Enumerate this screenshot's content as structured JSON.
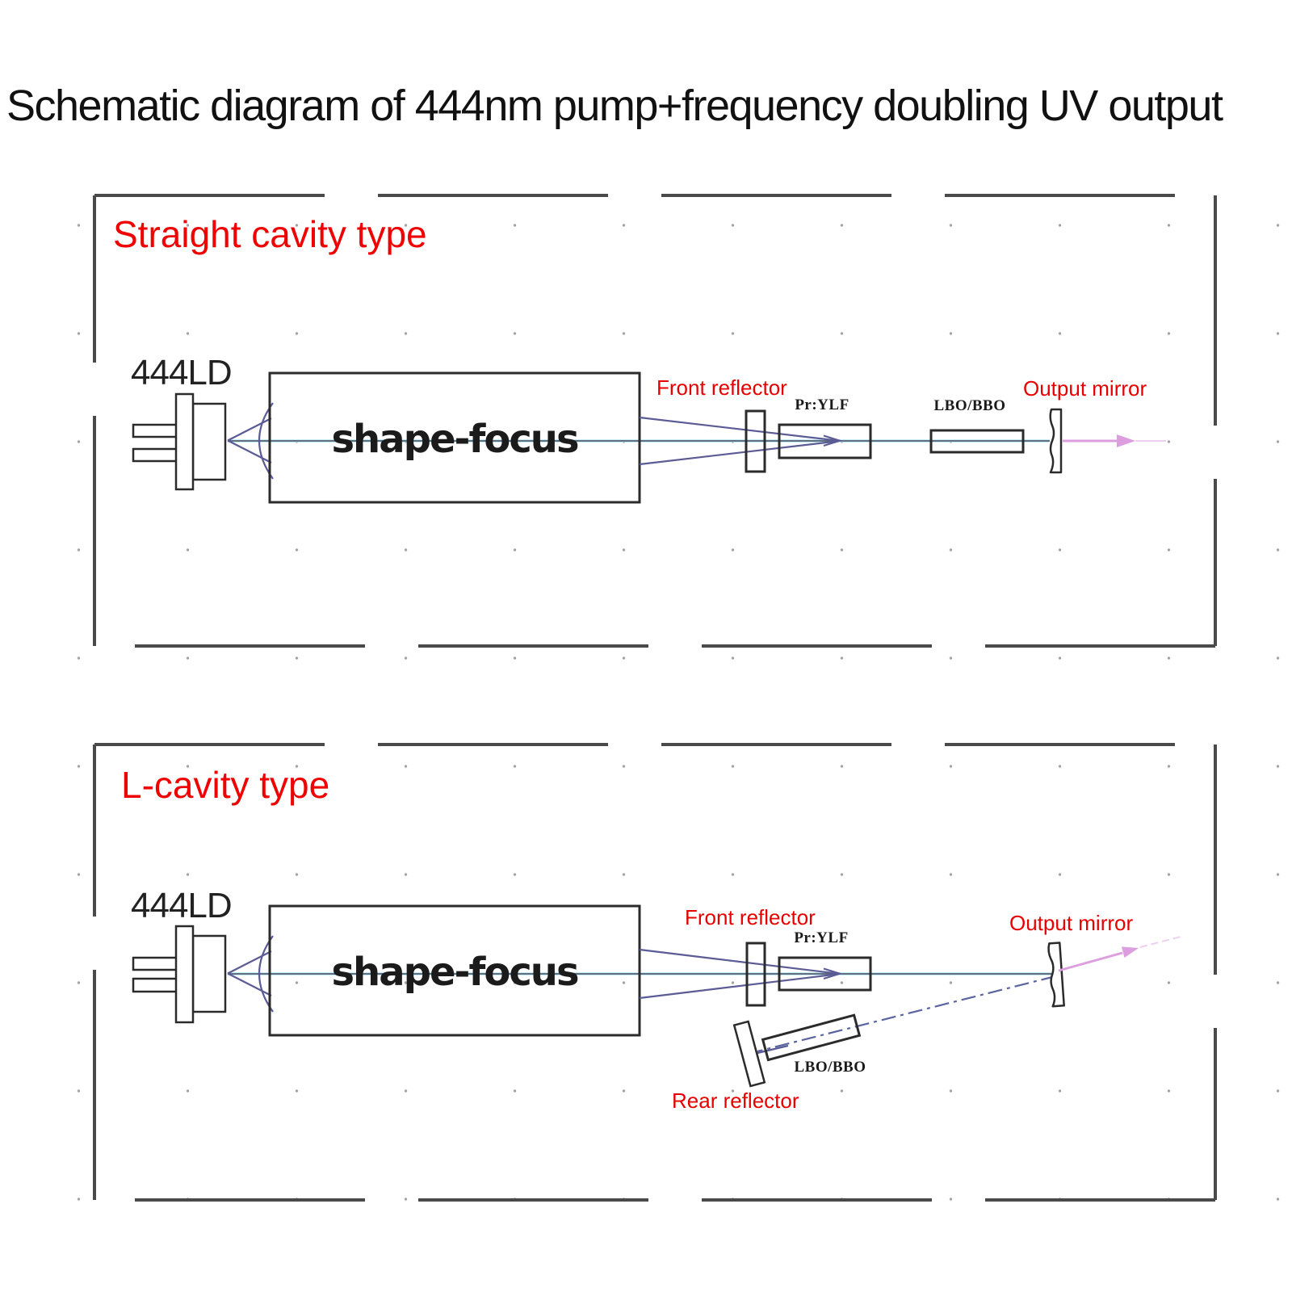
{
  "title": "Schematic diagram of 444nm pump+frequency doubling UV output",
  "panels": [
    {
      "heading": "Straight cavity type",
      "labels": {
        "ld": "444LD",
        "shape_focus": "shape-focus",
        "front_reflector": "Front reflector",
        "gain_crystal": "Pr:YLF",
        "shg_crystal": "LBO/BBO",
        "output_mirror": "Output mirror"
      }
    },
    {
      "heading": "L-cavity type",
      "labels": {
        "ld": "444LD",
        "shape_focus": "shape-focus",
        "front_reflector": "Front reflector",
        "gain_crystal": "Pr:YLF",
        "shg_crystal": "LBO/BBO",
        "output_mirror": "Output mirror",
        "rear_reflector": "Rear reflector"
      }
    }
  ],
  "colors": {
    "heading_red": "#ee0202",
    "label_red": "#e60000",
    "outline": "#2b2b2b",
    "panel_border": "#4a4a4a",
    "pump_beam_purple": "#5b5b96",
    "axis_cyan": "#b5e3ef",
    "axis_dark": "#556070",
    "fold_beam_blue": "#5a64a0",
    "uv_output_pink": "#dc9ede"
  }
}
